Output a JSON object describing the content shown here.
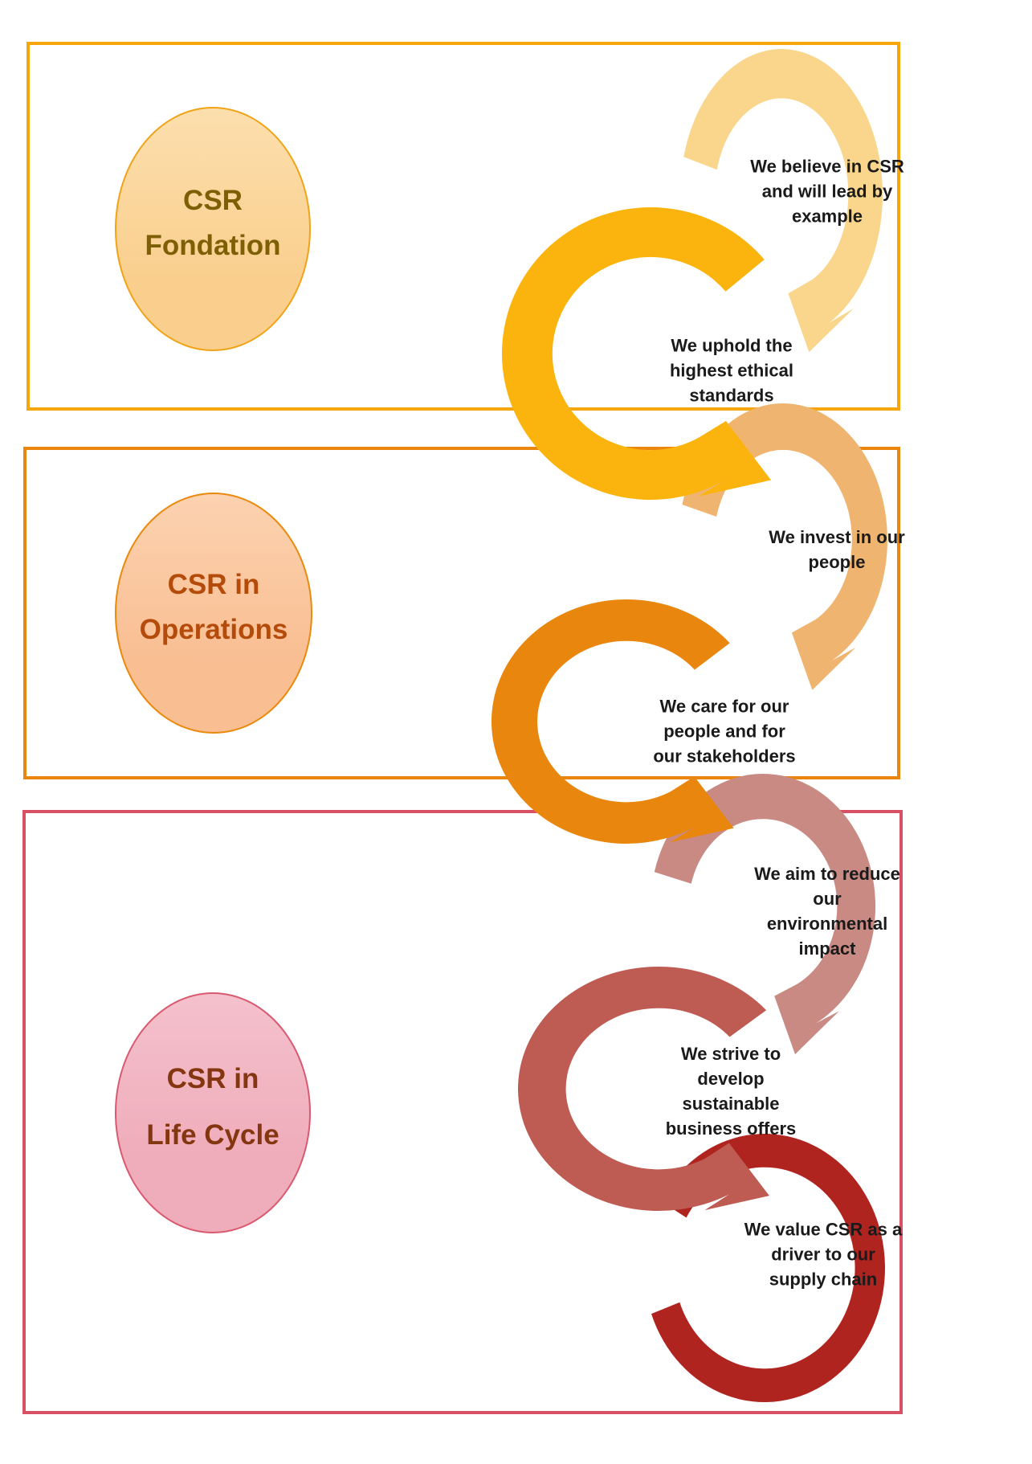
{
  "diagram_title": "CSR flow diagram",
  "sections": [
    {
      "id": "foundation",
      "title_line1": "CSR",
      "title_line2": "Fondation",
      "border_color": "#F6A50B",
      "circle_border": "#F0A317",
      "circle_fill_top": "#FCDFAE",
      "circle_fill": "#FACF8E",
      "text_color": "#7D5F06"
    },
    {
      "id": "operations",
      "title_line1": "CSR in",
      "title_line2": "Operations",
      "border_color": "#EA860D",
      "circle_border": "#E98A0D",
      "circle_fill_top": "#FCD2B0",
      "circle_fill": "#F9BE92",
      "text_color": "#B44B0B"
    },
    {
      "id": "lifecycle",
      "title_line1": "CSR in",
      "title_line2": "Life Cycle",
      "border_color": "#D94F63",
      "circle_border": "#D95A70",
      "circle_fill_top": "#F4C1CC",
      "circle_fill": "#EFACBA",
      "text_color": "#83360F"
    }
  ],
  "steps": [
    {
      "text": "We believe in CSR\nand will lead by\nexample",
      "color": "#FAD68C"
    },
    {
      "text": "We uphold the\nhighest ethical\nstandards",
      "color": "#FBB40E"
    },
    {
      "text": "We invest in our\npeople",
      "color": "#EFB570"
    },
    {
      "text": "We care for our\npeople and for\nour stakeholders",
      "color": "#E8860D"
    },
    {
      "text": "We aim to reduce\nour\nenvironmental\nimpact",
      "color": "#C98A84"
    },
    {
      "text": "We strive to\ndevelop\nsustainable\nbusiness offers",
      "color": "#BE5B52"
    },
    {
      "text": "We value CSR as a\ndriver to our\nsupply chain",
      "color": "#B02420"
    }
  ],
  "label_text_color": "#1A1A1A"
}
